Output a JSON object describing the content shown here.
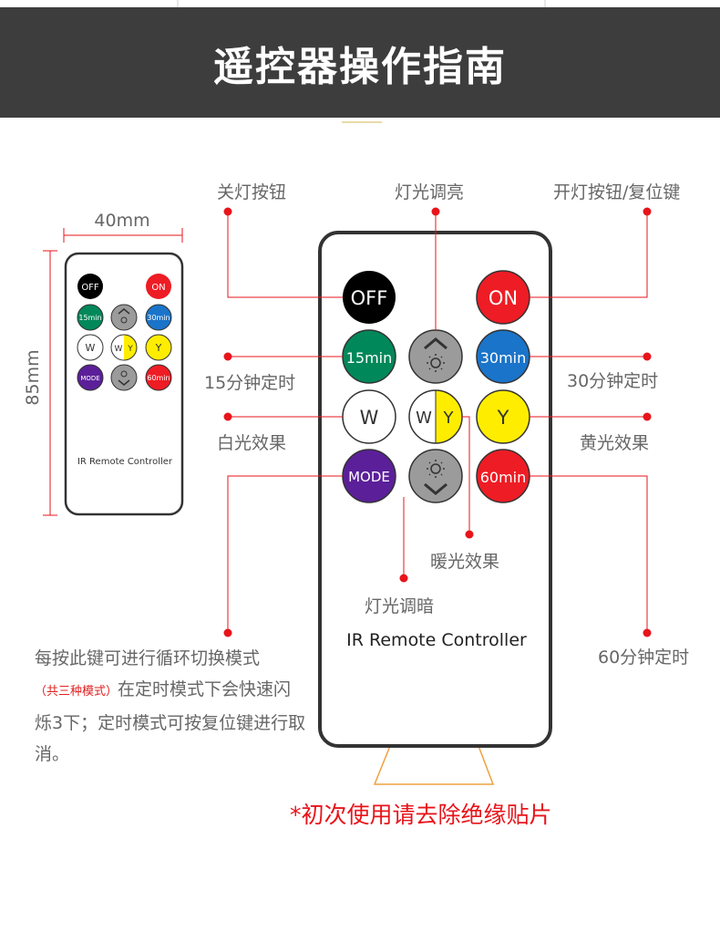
{
  "title": "遥控器操作指南",
  "small_remote": {
    "width_label": "40mm",
    "height_label": "85mm",
    "brand": "IR Remote Controller"
  },
  "remote": {
    "brand": "IR Remote Controller",
    "buttons": {
      "off": "OFF",
      "on": "ON",
      "t15": "15min",
      "t30": "30min",
      "t60": "60min",
      "white": "W",
      "warm_w": "W",
      "warm_y": "Y",
      "yellow": "Y",
      "mode": "MODE"
    }
  },
  "labels": {
    "off": "关灯按钮",
    "brighten": "灯光调亮",
    "on": "开灯按钮/复位键",
    "t15": "15分钟定时",
    "t30": "30分钟定时",
    "white": "白光效果",
    "yellow": "黄光效果",
    "warm": "暖光效果",
    "dim": "灯光调暗",
    "t60": "60分钟定时"
  },
  "mode_note": {
    "line1": "每按此键可进行循环切换模式",
    "highlight": "（共三种模式）",
    "rest": "在定时模式下会快速闪烁3下；定时模式可按复位键进行取消。"
  },
  "warning": "*初次使用请去除绝缘贴片",
  "colors": {
    "header_bg": "#3d3d3d",
    "off": "#000000",
    "on": "#ee1c24",
    "t15": "#00885a",
    "t30": "#1a74c9",
    "t60": "#ee1c24",
    "white": "#ffffff",
    "yellow": "#ffed00",
    "mode": "#5b1f99",
    "dim_btn": "#9b9b9b",
    "callout": "#e8141b",
    "tab": "#f0a040"
  }
}
